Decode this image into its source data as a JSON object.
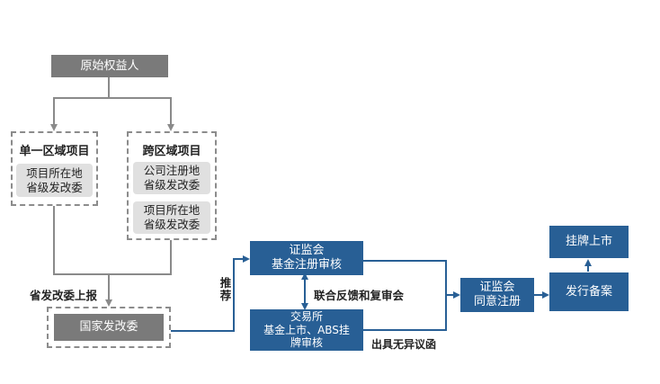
{
  "nodes": {
    "original_owner": "原始权益人",
    "single_region": {
      "title": "单一区域项目",
      "item": "项目所在地\n省级发改委"
    },
    "cross_region": {
      "title": "跨区域项目",
      "items": [
        "公司注册地\n省级发改委",
        "项目所在地\n省级发改委"
      ]
    },
    "ndrc": "国家发改委",
    "csrc_registration": "证监会\n基金注册审核",
    "exchange": "交易所\n基金上市、ABS挂\n牌审核",
    "csrc_approval": "证监会\n同意注册",
    "issue_filing": "发行备案",
    "listing": "挂牌上市"
  },
  "edge_labels": {
    "report": "省发改委上报",
    "recommend": "推荐",
    "joint_review": "联合反馈和复审会",
    "no_objection": "出具无异议函"
  },
  "colors": {
    "gray_box": "#7a7a7a",
    "blue_box": "#285f95",
    "dashed_border": "#8c8c8c",
    "pill_bg": "#e0e0e0",
    "gray_line": "#8a8a8a"
  }
}
